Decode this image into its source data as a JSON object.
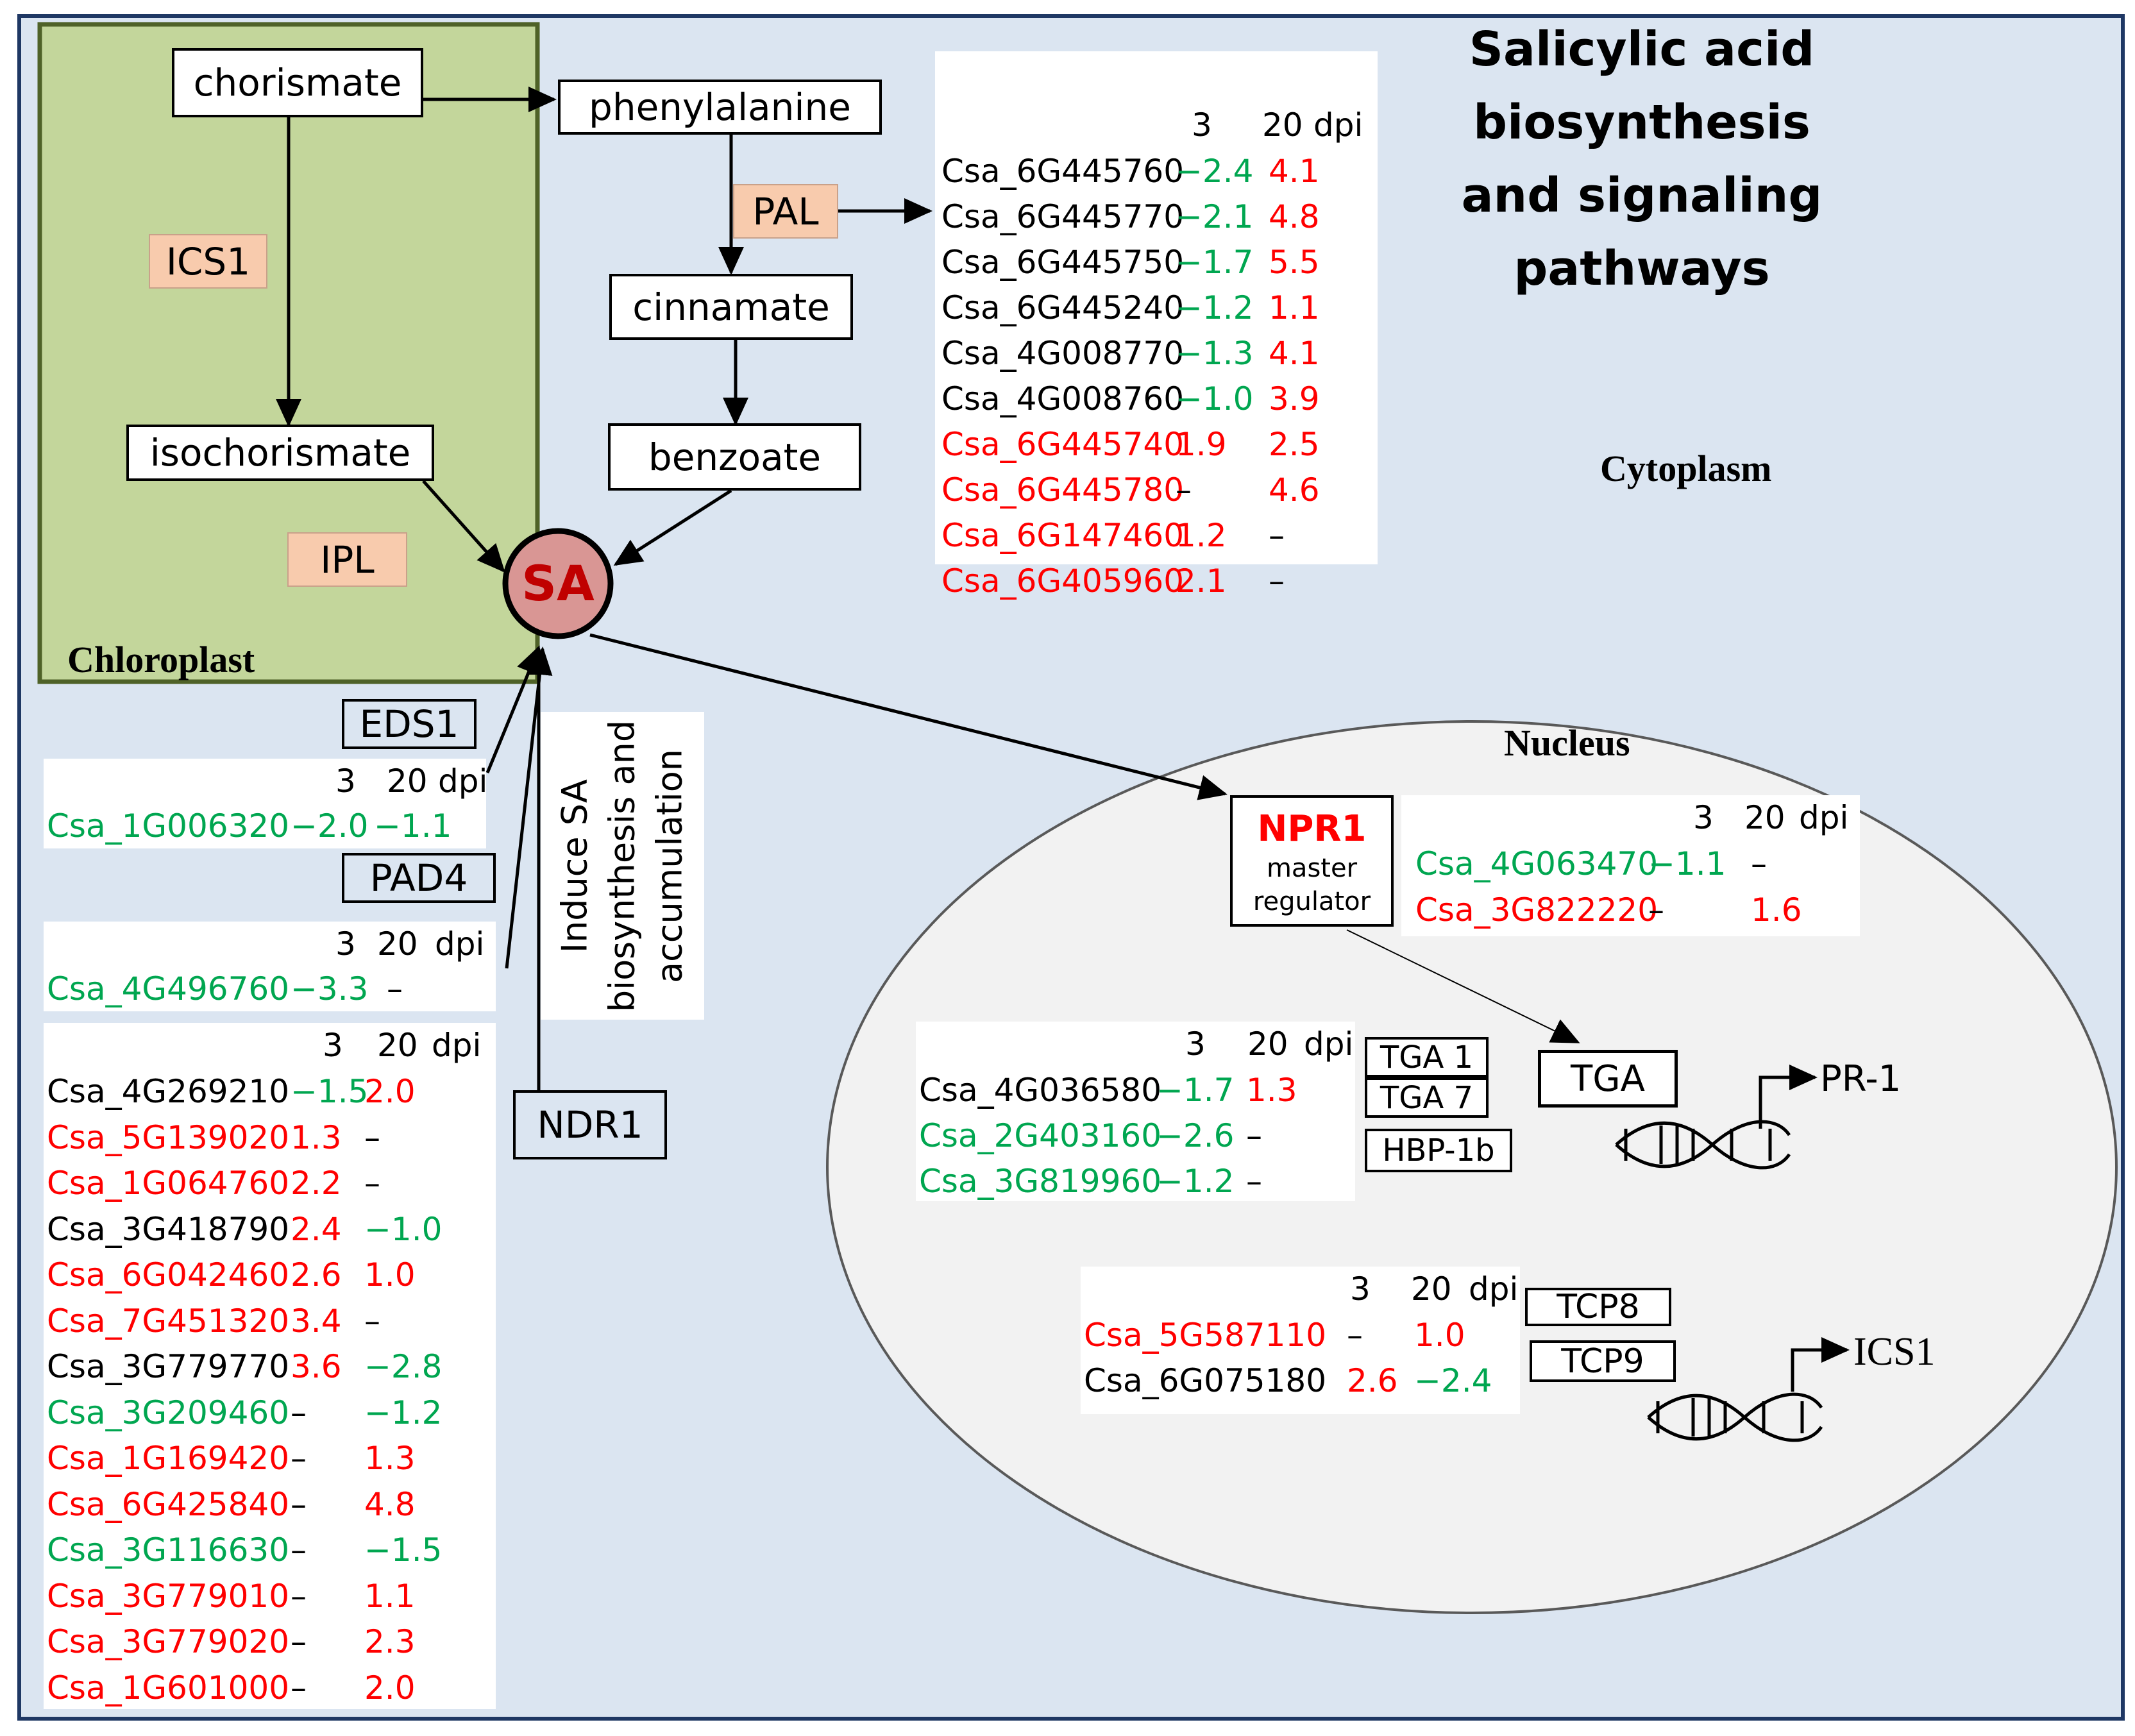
{
  "title_lines": [
    "Salicylic acid",
    "biosynthesis",
    "and signaling",
    "pathways"
  ],
  "compartments": {
    "chloroplast": "Chloroplast",
    "cytoplasm": "Cytoplasm",
    "nucleus": "Nucleus"
  },
  "nodes": {
    "chorismate": "chorismate",
    "isochorismate": "isochorismate",
    "phenylalanine": "phenylalanine",
    "cinnamate": "cinnamate",
    "benzoate": "benzoate",
    "sa": "SA",
    "tga": "TGA",
    "pr1": "PR-1",
    "ics1_target": "ICS1"
  },
  "enzymes": {
    "ics1": "ICS1",
    "ipl": "IPL",
    "pal": "PAL"
  },
  "gene_boxes": {
    "eds1": "EDS1",
    "pad4": "PAD4",
    "ndr1": "NDR1",
    "tga1": "TGA 1",
    "tga7": "TGA 7",
    "hbp1b": "HBP-1b",
    "tcp8": "TCP8",
    "tcp9": "TCP9"
  },
  "npr1": {
    "name": "NPR1",
    "sub1": "master",
    "sub2": "regulator"
  },
  "induce_text": [
    "Induce SA",
    "biosynthesis and",
    "accumulation"
  ],
  "col_headers": {
    "c1": "3",
    "c2": "20",
    "unit": "dpi"
  },
  "colors": {
    "background": "#dbe5f1",
    "chloroplast": "#c3d69b",
    "nucleus": "#f2f2f2",
    "sa_fill": "#d99694",
    "up": "#ff0000",
    "down": "#00a650"
  },
  "tables": {
    "pal": [
      {
        "id": "Csa_6G445760",
        "id_color": "black",
        "v3": "−2.4",
        "c3": "green",
        "v20": "4.1",
        "c20": "red"
      },
      {
        "id": "Csa_6G445770",
        "id_color": "black",
        "v3": "−2.1",
        "c3": "green",
        "v20": "4.8",
        "c20": "red"
      },
      {
        "id": "Csa_6G445750",
        "id_color": "black",
        "v3": "−1.7",
        "c3": "green",
        "v20": "5.5",
        "c20": "red"
      },
      {
        "id": "Csa_6G445240",
        "id_color": "black",
        "v3": "−1.2",
        "c3": "green",
        "v20": "1.1",
        "c20": "red"
      },
      {
        "id": "Csa_4G008770",
        "id_color": "black",
        "v3": "−1.3",
        "c3": "green",
        "v20": "4.1",
        "c20": "red"
      },
      {
        "id": "Csa_4G008760",
        "id_color": "black",
        "v3": "−1.0",
        "c3": "green",
        "v20": "3.9",
        "c20": "red"
      },
      {
        "id": "Csa_6G445740",
        "id_color": "red",
        "v3": "1.9",
        "c3": "red",
        "v20": "2.5",
        "c20": "red"
      },
      {
        "id": "Csa_6G445780",
        "id_color": "red",
        "v3": "–",
        "c3": "black",
        "v20": "4.6",
        "c20": "red"
      },
      {
        "id": "Csa_6G147460",
        "id_color": "red",
        "v3": "1.2",
        "c3": "red",
        "v20": "–",
        "c20": "black"
      },
      {
        "id": "Csa_6G405960",
        "id_color": "red",
        "v3": "2.1",
        "c3": "red",
        "v20": "–",
        "c20": "black"
      }
    ],
    "eds1": [
      {
        "id": "Csa_1G006320",
        "id_color": "green",
        "v3": "−2.0",
        "c3": "green",
        "v20": "−1.1",
        "c20": "green"
      }
    ],
    "pad4": [
      {
        "id": "Csa_4G496760",
        "id_color": "green",
        "v3": "−3.3",
        "c3": "green",
        "v20": "–",
        "c20": "black"
      }
    ],
    "ndr1": [
      {
        "id": "Csa_4G269210",
        "id_color": "black",
        "v3": "−1.5",
        "c3": "green",
        "v20": "2.0",
        "c20": "red"
      },
      {
        "id": "Csa_5G139020",
        "id_color": "red",
        "v3": "1.3",
        "c3": "red",
        "v20": "–",
        "c20": "black"
      },
      {
        "id": "Csa_1G064760",
        "id_color": "red",
        "v3": "2.2",
        "c3": "red",
        "v20": "–",
        "c20": "black"
      },
      {
        "id": "Csa_3G418790",
        "id_color": "black",
        "v3": "2.4",
        "c3": "red",
        "v20": "−1.0",
        "c20": "green"
      },
      {
        "id": "Csa_6G042460",
        "id_color": "red",
        "v3": "2.6",
        "c3": "red",
        "v20": "1.0",
        "c20": "red"
      },
      {
        "id": "Csa_7G451320",
        "id_color": "red",
        "v3": "3.4",
        "c3": "red",
        "v20": "–",
        "c20": "black"
      },
      {
        "id": "Csa_3G779770",
        "id_color": "black",
        "v3": "3.6",
        "c3": "red",
        "v20": "−2.8",
        "c20": "green"
      },
      {
        "id": "Csa_3G209460",
        "id_color": "green",
        "v3": "–",
        "c3": "black",
        "v20": "−1.2",
        "c20": "green"
      },
      {
        "id": "Csa_1G169420",
        "id_color": "red",
        "v3": "–",
        "c3": "black",
        "v20": "1.3",
        "c20": "red"
      },
      {
        "id": "Csa_6G425840",
        "id_color": "red",
        "v3": "–",
        "c3": "black",
        "v20": "4.8",
        "c20": "red"
      },
      {
        "id": "Csa_3G116630",
        "id_color": "green",
        "v3": "–",
        "c3": "black",
        "v20": "−1.5",
        "c20": "green"
      },
      {
        "id": "Csa_3G779010",
        "id_color": "red",
        "v3": "–",
        "c3": "black",
        "v20": "1.1",
        "c20": "red"
      },
      {
        "id": "Csa_3G779020",
        "id_color": "red",
        "v3": "–",
        "c3": "black",
        "v20": "2.3",
        "c20": "red"
      },
      {
        "id": "Csa_1G601000",
        "id_color": "red",
        "v3": "–",
        "c3": "black",
        "v20": "2.0",
        "c20": "red"
      }
    ],
    "npr1": [
      {
        "id": "Csa_4G063470",
        "id_color": "green",
        "v3": "−1.1",
        "c3": "green",
        "v20": "–",
        "c20": "black"
      },
      {
        "id": "Csa_3G822220",
        "id_color": "red",
        "v3": "–",
        "c3": "black",
        "v20": "1.6",
        "c20": "red"
      }
    ],
    "tga": [
      {
        "id": "Csa_4G036580",
        "id_color": "black",
        "v3": "−1.7",
        "c3": "green",
        "v20": "1.3",
        "c20": "red"
      },
      {
        "id": "Csa_2G403160",
        "id_color": "green",
        "v3": "−2.6",
        "c3": "green",
        "v20": "–",
        "c20": "black"
      },
      {
        "id": "Csa_3G819960",
        "id_color": "green",
        "v3": "−1.2",
        "c3": "green",
        "v20": "–",
        "c20": "black"
      }
    ],
    "tcp": [
      {
        "id": "Csa_5G587110",
        "id_color": "red",
        "v3": "–",
        "c3": "black",
        "v20": "1.0",
        "c20": "red"
      },
      {
        "id": "Csa_6G075180",
        "id_color": "black",
        "v3": "2.6",
        "c3": "red",
        "v20": "−2.4",
        "c20": "green"
      }
    ]
  }
}
